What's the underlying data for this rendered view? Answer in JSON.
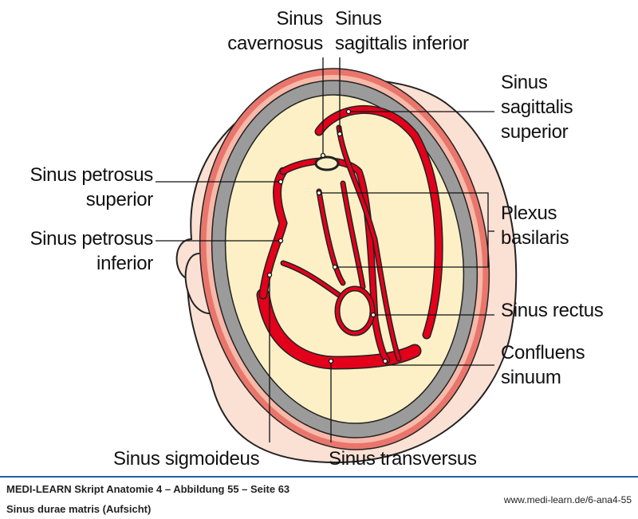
{
  "labels": {
    "sinus_cavernosus": [
      "Sinus",
      "cavernosus"
    ],
    "sinus_sagittalis_inferior": [
      "Sinus",
      "sagittalis inferior"
    ],
    "sinus_sagittalis_superior": [
      "Sinus",
      "sagittalis",
      "superior"
    ],
    "sinus_petrosus_superior": [
      "Sinus petrosus",
      "superior"
    ],
    "sinus_petrosus_inferior": [
      "Sinus petrosus",
      "inferior"
    ],
    "plexus_basilaris": [
      "Plexus",
      "basilaris"
    ],
    "sinus_rectus": "Sinus rectus",
    "confluens_sinuum": [
      "Confluens",
      "sinuum"
    ],
    "sinus_sigmoideus": "Sinus sigmoideus",
    "sinus_transversus": "Sinus transversus"
  },
  "footer": {
    "title": "MEDI-LEARN Skript Anatomie 4 – Abbildung 55 – Seite 63",
    "subtitle": "Sinus durae matris (Aufsicht)",
    "url": "www.medi-learn.de/6-ana4-55"
  },
  "colors": {
    "skin": "#fbe0d4",
    "skin_line": "#e9766c",
    "bone": "#9b9b9b",
    "brain": "#fdf0c6",
    "sinus": "#e3001b",
    "rule": "#1f5fa8"
  }
}
